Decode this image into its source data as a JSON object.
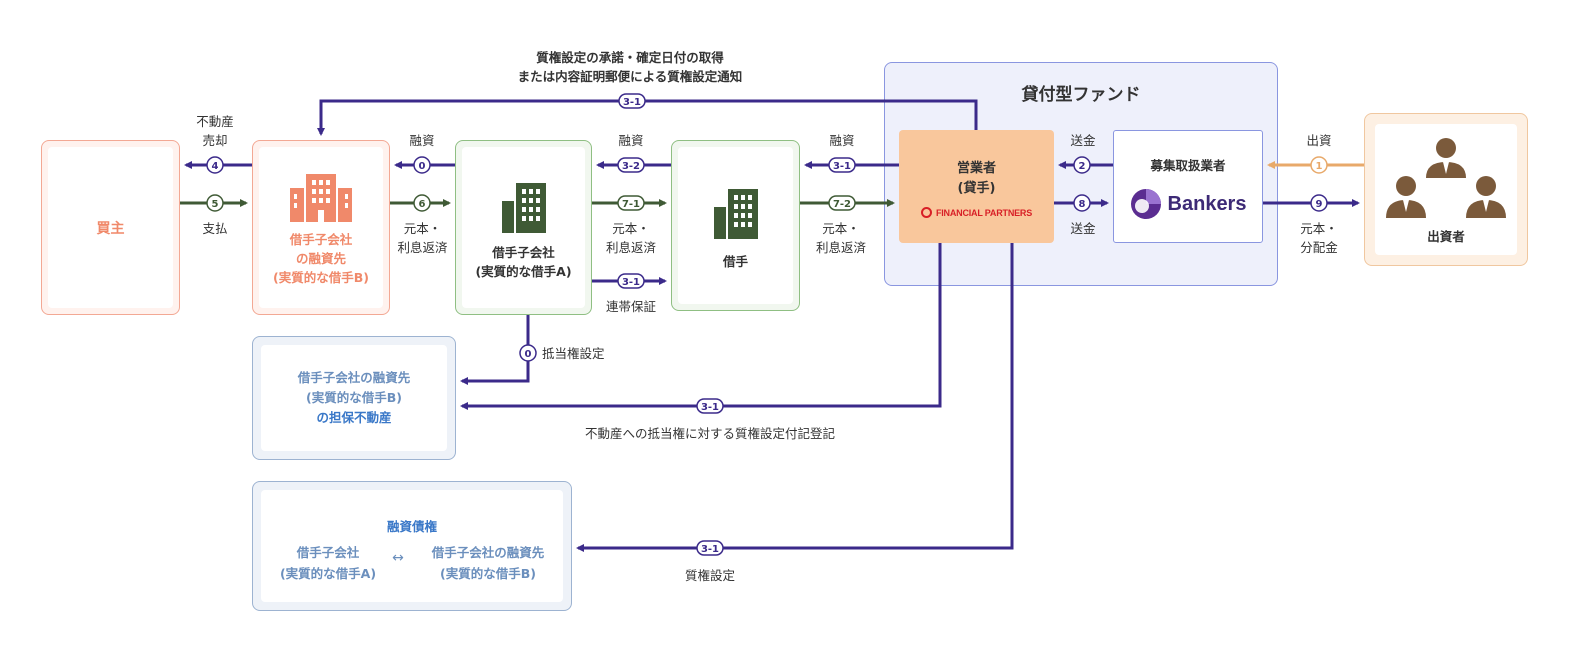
{
  "colors": {
    "purple": "#3b2a8a",
    "green": "#3f5a35",
    "orange": "#e8a96a",
    "buyer": "#f0896a",
    "blue": "#3a78c8"
  },
  "top_note": {
    "line1": "質権設定の承諾・確定日付の取得",
    "line2": "または内容証明郵便による質権設定通知"
  },
  "fund": {
    "title": "貸付型ファンド"
  },
  "buyer": {
    "label": "買主"
  },
  "sub_borrower_b": {
    "line1": "借手子会社",
    "line2": "の融資先",
    "line3": "(実質的な借手B)"
  },
  "sub_company_a": {
    "line1": "借手子会社",
    "line2": "(実質的な借手A)"
  },
  "borrower": {
    "label": "借手"
  },
  "lender": {
    "line1": "営業者",
    "line2": "(貸手)",
    "logo": "FINANCIAL PARTNERS"
  },
  "agent": {
    "title": "募集取扱業者",
    "logo": "Bankers"
  },
  "investor": {
    "label": "出資者"
  },
  "collateral": {
    "line1": "借手子会社の融資先",
    "line2": "(実質的な借手B)",
    "line3": "の担保不動産"
  },
  "loan_claim": {
    "title": "融資債権",
    "left1": "借手子会社",
    "left2": "(実質的な借手A)",
    "arrow": "↔",
    "right1": "借手子会社の融資先",
    "right2": "(実質的な借手B)"
  },
  "labels": {
    "sell1": "不動産",
    "sell2": "売却",
    "pay": "支払",
    "loan_b": "融資",
    "repay_b1": "元本・",
    "repay_b2": "利息返済",
    "loan_a": "融資",
    "repay_a1": "元本・",
    "repay_a2": "利息返済",
    "guarantee": "連帯保証",
    "loan_l": "融資",
    "repay_l1": "元本・",
    "repay_l2": "利息返済",
    "remit_top": "送金",
    "remit_bot": "送金",
    "invest": "出資",
    "dist1": "元本・",
    "dist2": "分配金",
    "mortgage_set": "抵当権設定",
    "mortgage_reg": "不動産への抵当権に対する質権設定付記登記",
    "pledge": "質権設定"
  },
  "badges": {
    "b31_top": "3-1",
    "b4": "4",
    "b5": "5",
    "b0_loan": "0",
    "b6": "6",
    "b32": "3-2",
    "b71": "7-1",
    "b31_guar": "3-1",
    "b31_loan": "3-1",
    "b72": "7-2",
    "b2": "2",
    "b8": "8",
    "b1": "1",
    "b9": "9",
    "b0_mort": "0",
    "b31_mort": "3-1",
    "b31_pledge": "3-1"
  }
}
